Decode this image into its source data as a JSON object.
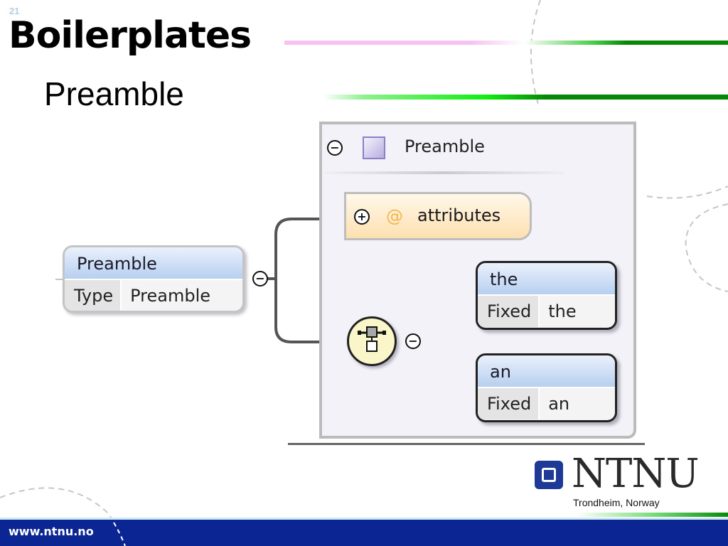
{
  "slide": {
    "number": "21",
    "title": "Boilerplates",
    "subtitle": "Preamble"
  },
  "diagram": {
    "root_node": {
      "name": "Preamble",
      "row_key": "Type",
      "row_value": "Preamble"
    },
    "panel": {
      "title": "Preamble",
      "collapse_symbol": "−",
      "type_icon": "complex-type-square"
    },
    "attributes": {
      "label": "attributes",
      "at_symbol": "@",
      "expand_symbol": "+"
    },
    "sequence_collapse_symbol": "−",
    "root_collapse_symbol": "−",
    "children": [
      {
        "name": "the",
        "row_key": "Fixed",
        "row_value": "the"
      },
      {
        "name": "an",
        "row_key": "Fixed",
        "row_value": "an"
      }
    ]
  },
  "branding": {
    "logo_text": "NTNU",
    "location": "Trondheim, Norway",
    "url": "www.ntnu.no"
  },
  "colors": {
    "footer_bar": "#0b2592",
    "logo_blue": "#1e3a96",
    "accent_green": "#068806",
    "accent_pink": "#f6c2f0",
    "node_header_blue": "#b7cff0",
    "attributes_orange": "#fde0b0",
    "sequence_yellow": "#fbf6c9"
  }
}
